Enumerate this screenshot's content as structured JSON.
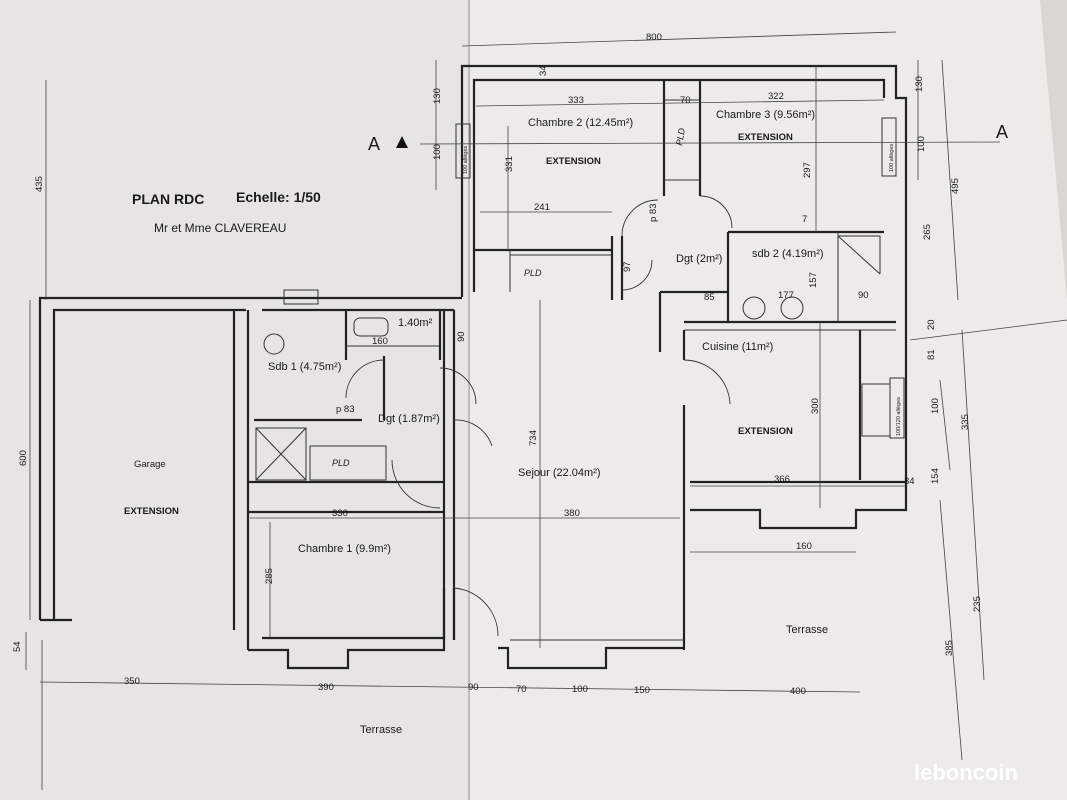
{
  "header": {
    "title": "PLAN RDC",
    "scale": "Echelle: 1/50",
    "owner": "Mr et Mme CLAVEREAU"
  },
  "section_marks": {
    "left": "A",
    "right": "A"
  },
  "rooms": {
    "chambre2": "Chambre 2 (12.45m²)",
    "chambre3": "Chambre 3 (9.56m²)",
    "dgt_top": "Dgt (2m²)",
    "sdb2": "sdb 2 (4.19m²)",
    "wc": "1.40m²",
    "sdb1": "Sdb 1 (4.75m²)",
    "dgt_mid": "Dgt (1.87m²)",
    "garage": "Garage",
    "cuisine": "Cuisine (11m²)",
    "sejour": "Sejour (22.04m²)",
    "chambre1": "Chambre 1 (9.9m²)",
    "terrasse_right": "Terrasse",
    "terrasse_bottom": "Terrasse"
  },
  "extension_label": "EXTENSION",
  "pld_label": "PLD",
  "window_note": "100 allèges",
  "window_note_kitchen": "100/120 allèges",
  "dims": {
    "top_total": "800",
    "d34": "34",
    "d333": "333",
    "d70": "70",
    "d322": "322",
    "d130_left": "130",
    "d100_left": "100",
    "d331": "331",
    "d241": "241",
    "dp83_top": "p 83",
    "d97": "97",
    "d297": "297",
    "d7": "7",
    "d85": "85",
    "d177": "177",
    "d157": "157",
    "d90_sdb2": "90",
    "d130_right": "130",
    "d100_right": "100",
    "d495": "495",
    "d265": "265",
    "d20": "20",
    "d81": "81",
    "d100_kitchen": "100",
    "d335": "335",
    "d154": "154",
    "d34_kitchen": "34",
    "d366": "366",
    "d300": "300",
    "d160_kitchen": "160",
    "d235": "235",
    "d385": "385",
    "d435": "435",
    "d600": "600",
    "d54": "54",
    "d160_wc": "160",
    "d90_wc": "90",
    "dp83_mid": "p 83",
    "d734": "734",
    "d330": "330",
    "d380": "380",
    "d285": "285",
    "d350": "350",
    "d390": "390",
    "d90_bottom": "90",
    "d70_bottom": "70",
    "d100_bottom": "100",
    "d150": "150",
    "d400": "400"
  },
  "watermark": "leboncoin"
}
